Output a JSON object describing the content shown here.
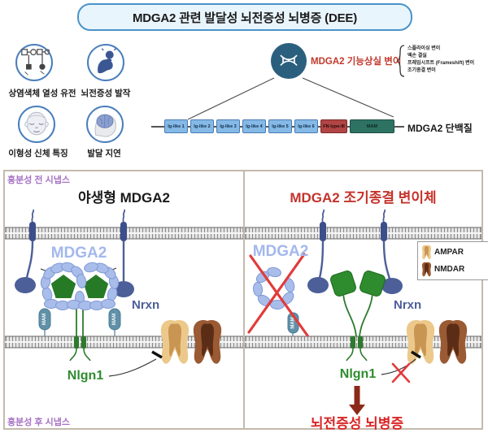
{
  "header": {
    "title": "MDGA2 관련 발달성 뇌전증성 뇌병증 (DEE)"
  },
  "features": [
    {
      "icon": "pedigree-icon",
      "label": "상염색체 열성 유전"
    },
    {
      "icon": "seizure-icon",
      "label": "뇌전증성 발작"
    },
    {
      "icon": "face-icon",
      "label": "이형성 신체 특징"
    },
    {
      "icon": "brain-icon",
      "label": "발달 지연"
    }
  ],
  "mutation": {
    "label": "MDGA2 기능상실 변이",
    "types": [
      "스플라이싱 변이",
      "엑손 결실",
      "프레임시프트 (Frameshift) 변이",
      "조기종결 변이"
    ]
  },
  "protein": {
    "label": "MDGA2 단백질",
    "domains": [
      {
        "label": "Ig-like 1"
      },
      {
        "label": "Ig-like 2"
      },
      {
        "label": "Ig-like 3"
      },
      {
        "label": "Ig-like 4"
      },
      {
        "label": "Ig-like 5"
      },
      {
        "label": "Ig-like 6"
      },
      {
        "label": "FN type-III"
      },
      {
        "label": "MAM"
      }
    ]
  },
  "panels": {
    "pre_synapse_label": "흥분성 전 시냅스",
    "post_synapse_label": "흥분성 후 시냅스",
    "left": {
      "title": "야생형 MDGA2",
      "mdga2": "MDGA2",
      "nrxn": "Nrxn",
      "nlgn1": "Nlgn1",
      "mam": "MAM"
    },
    "right": {
      "title": "MDGA2 조기종결 변이체",
      "mdga2": "MDGA2",
      "nrxn": "Nrxn",
      "nlgn1": "Nlgn1",
      "mam": "MAM",
      "outcome": "뇌전증성 뇌병증"
    }
  },
  "legend": [
    {
      "icon": "ampar-receptor-icon",
      "label": "AMPAR"
    },
    {
      "icon": "nmdar-receptor-icon",
      "label": "NMDAR"
    }
  ],
  "colors": {
    "title_border": "#4a93c8",
    "title_bg": "#e9f5fd",
    "mutation_red": "#c0392b",
    "panel_title_red": "#c4332b",
    "outcome_red": "#da2525",
    "purple": "#a671c4",
    "mdga2_blue": "#a3b8ec",
    "nrxn_navy": "#4d5f99",
    "nlgn1_green": "#2e8b2e",
    "mam_teal": "#6191a8",
    "ig_domain": "#85b9e6",
    "fn_domain": "#b14444",
    "mam_domain": "#2e7263",
    "ampar_tan": "#ecc98b",
    "nmdar_brown": "#9a5a33",
    "dark_arrow": "#8b2a18",
    "dna_circle": "#2b5f7e"
  }
}
